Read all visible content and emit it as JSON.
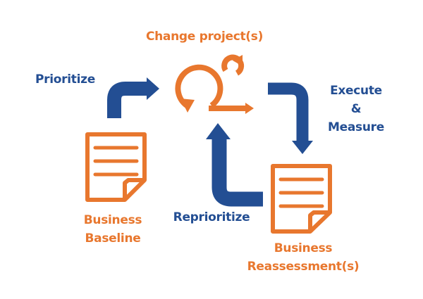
{
  "diagram": {
    "colors": {
      "orange": "#E8772E",
      "blue": "#234E93",
      "background": "#FFFFFF"
    },
    "nodes": {
      "change_projects": {
        "label": "Change project(s)",
        "icon": "scrum-cycle-icon"
      },
      "business_baseline": {
        "label_line1": "Business",
        "label_line2": "Baseline",
        "icon": "document-icon"
      },
      "business_reassessment": {
        "label_line1": "Business",
        "label_line2": "Reassessment(s)",
        "icon": "document-icon"
      }
    },
    "edges": {
      "prioritize": {
        "label": "Prioritize",
        "from": "Business Baseline",
        "to": "Change project(s)"
      },
      "execute_measure": {
        "label_line1": "Execute",
        "label_line2": "&",
        "label_line3": "Measure",
        "from": "Change project(s)",
        "to": "Business Reassessment(s)"
      },
      "reprioritize": {
        "label": "Reprioritize",
        "from": "Business Reassessment(s)",
        "to": "Change project(s)"
      }
    }
  }
}
